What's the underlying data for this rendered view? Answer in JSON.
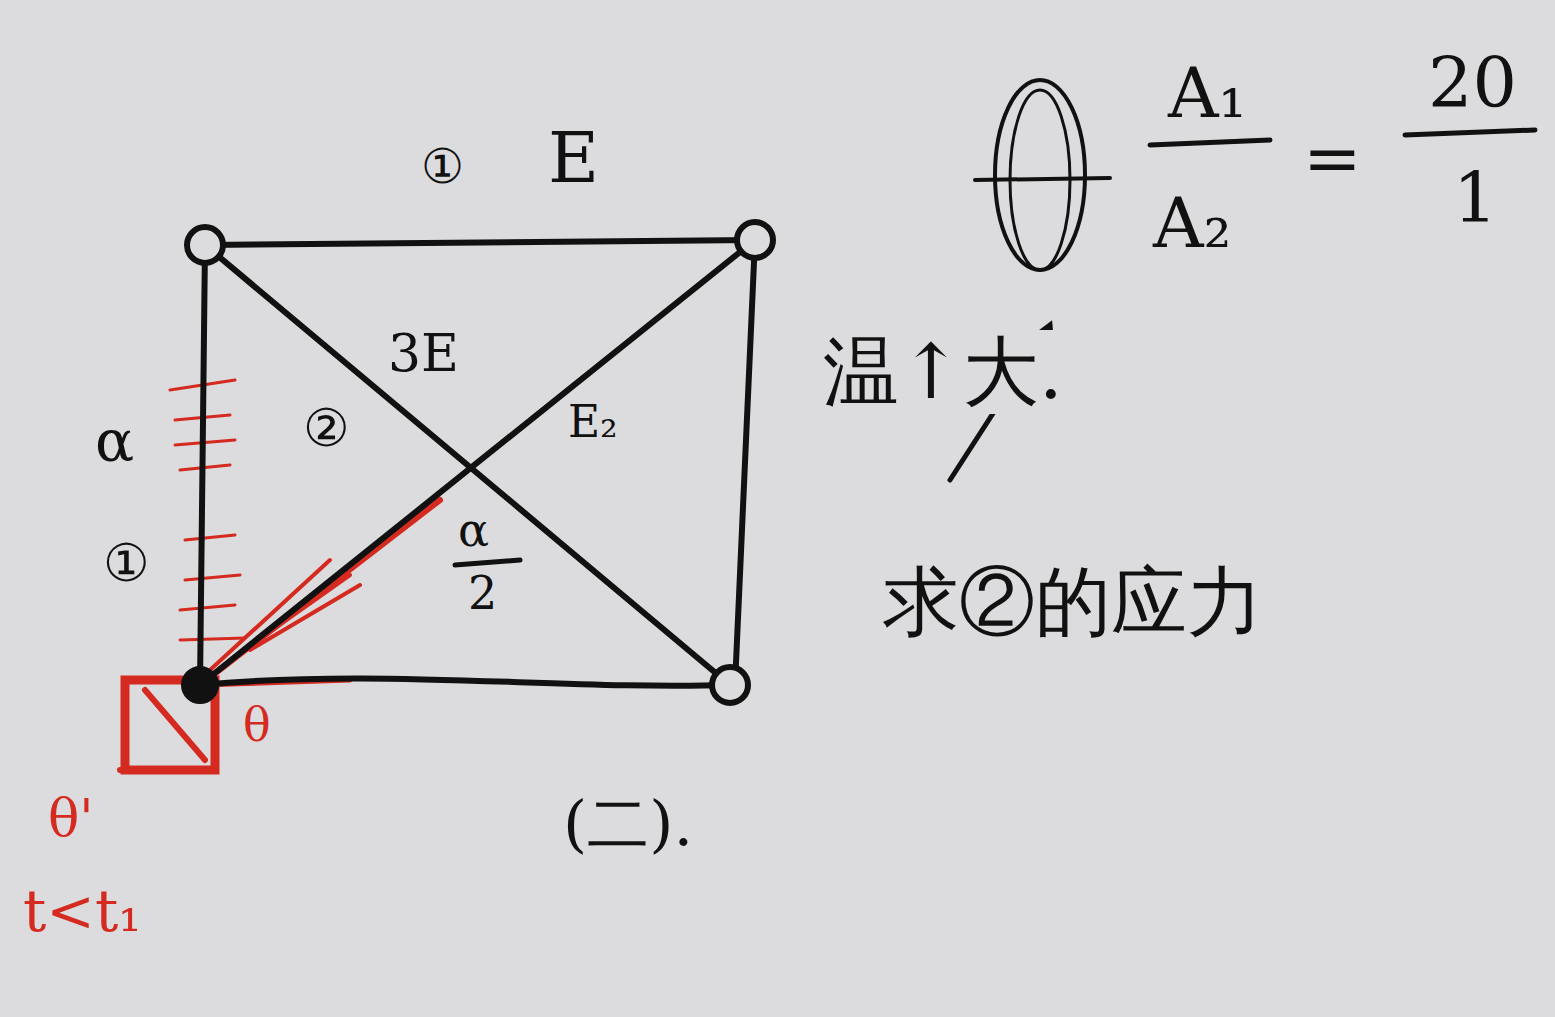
{
  "diagram": {
    "labels": [
      "①",
      "E",
      "3E",
      "②",
      "E₂",
      "α",
      "①",
      "α",
      "2",
      "A₁",
      "A₂",
      "=",
      "20",
      "1",
      "温↑大.",
      "求②的应力",
      "(二).",
      "θ",
      "θ'",
      "t<t₁"
    ]
  }
}
